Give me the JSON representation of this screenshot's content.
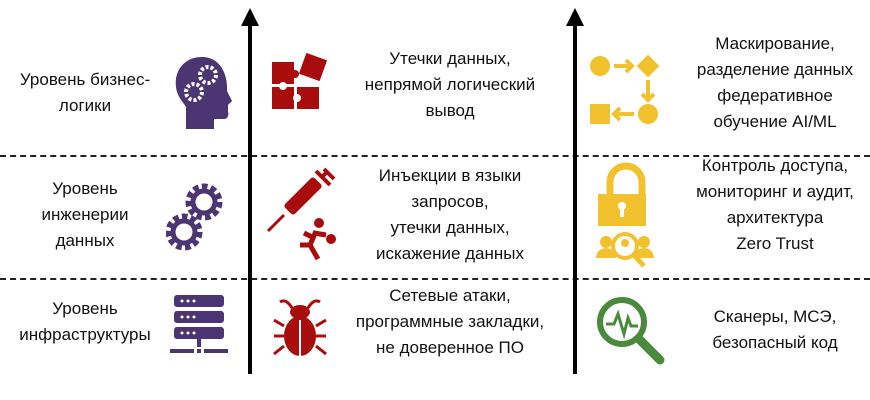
{
  "colors": {
    "purple": "#4b3572",
    "red": "#a80c0c",
    "yellow": "#f2c12e",
    "green": "#4a8a3c"
  },
  "levels": [
    {
      "label": "Уровень бизнес-\nлогики",
      "threat": "Утечки данных,\nнепрямой логический\nвывод",
      "measure": "Маскирование,\nразделение данных\nфедеративное\nобучение AI/ML"
    },
    {
      "label": "Уровень\nинженерии\nданных",
      "threat": "Инъекции в языки\nзапросов,\nутечки данных,\nискажение данных",
      "measure": "Контроль доступа,\nмониторинг и аудит,\nархитектура\nZero Trust"
    },
    {
      "label": "Уровень\nинфраструктуры",
      "threat": "Сетевые атаки,\nпрограммные закладки,\nне доверенное ПО",
      "measure": "Сканеры, МСЭ,\nбезопасный код"
    }
  ]
}
